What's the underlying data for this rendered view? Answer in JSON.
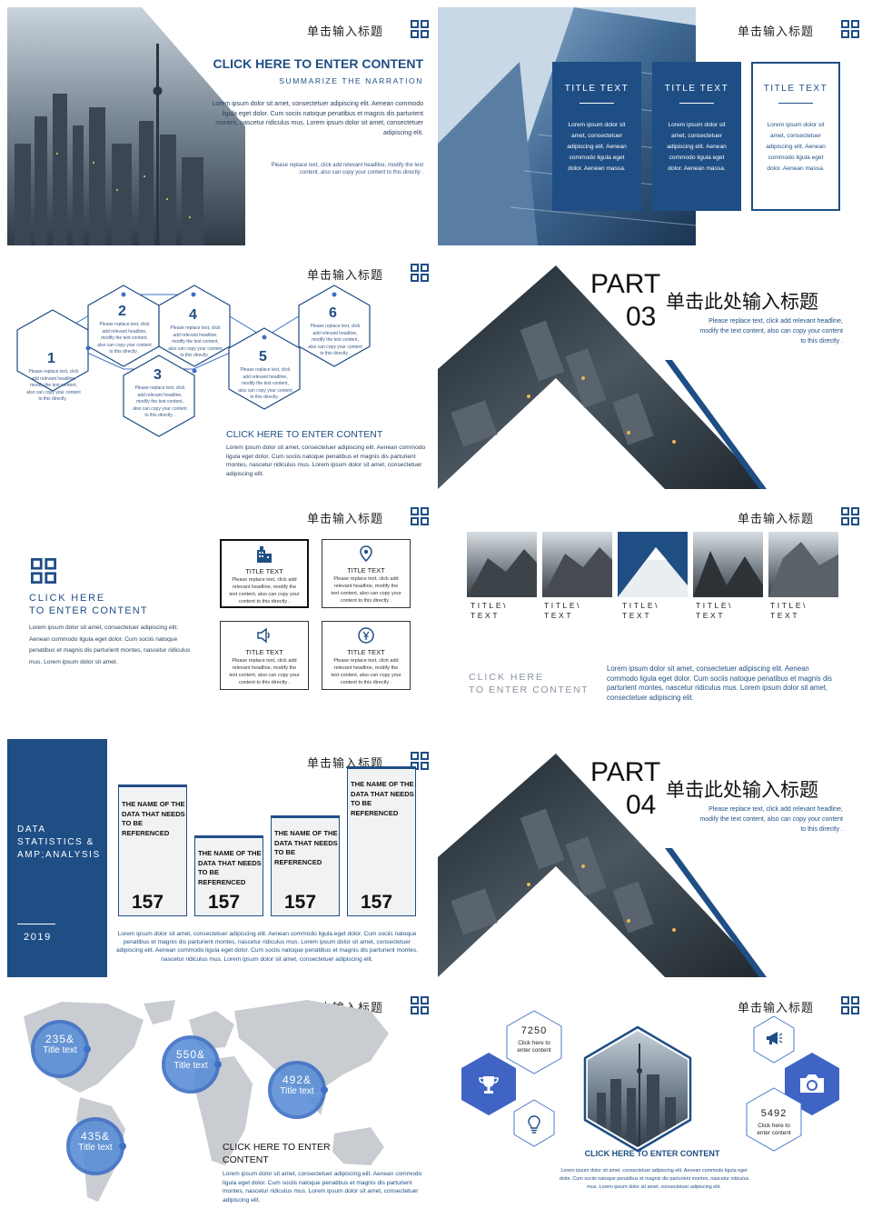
{
  "slide_title_cn": "单击输入标题",
  "part_title_cn": "单击此处输入标题",
  "s1": {
    "heading": "CLICK HERE TO ENTER CONTENT",
    "sub": "SUMMARIZE THE NARRATION",
    "body": "Lorem ipsum dolor sit amet, consectetuer adipiscing elit. Aenean commodo ligula eget dolor. Cum sociis natoque penatibus et magnis dis parturient montes, nascetur ridiculus mus. Lorem ipsum dolor sit amet, consectetuer adipiscing elit.",
    "note": "Please replace text, click add relevant headline, modify the text content, also can copy your content to this directly ."
  },
  "s2": {
    "cards": [
      {
        "title": "TITLE TEXT",
        "body": "Lorem ipsum dolor sit amet, consectetuer adipiscing elit. Aenean commodo ligula eget dolor. Aenean massa."
      },
      {
        "title": "TITLE TEXT",
        "body": "Lorem ipsum dolor sit amet, consectetuer adipiscing elit. Aenean commodo ligula eget dolor. Aenean massa."
      },
      {
        "title": "TITLE TEXT",
        "body": "Lorem ipsum dolor sit amet, consectetuer adipiscing elit. Aenean commodo ligula eget dolor. Aenean massa."
      }
    ]
  },
  "s3": {
    "hex_text": "Please replace text, click add relevant headline, modify the text content, also can copy your content to this directly .",
    "nums": [
      "1",
      "2",
      "3",
      "4",
      "5",
      "6"
    ],
    "heading": "CLICK HERE TO ENTER CONTENT",
    "body": "Lorem ipsum dolor sit amet, consectetuer adipiscing elit. Aenean commodo ligula eget dolor. Cum sociis natoque penatibus et magnis dis parturient montes, nascetur ridiculus mus. Lorem ipsum dolor sit amet, consectetuer adipiscing elit."
  },
  "part03": {
    "part": "PART",
    "num": "03",
    "desc": "Please replace text, click add relevant headline, modify the text content, also can copy your content to this directly ."
  },
  "s5": {
    "heading_1": "CLICK  HERE",
    "heading_2": "TO ENTER CONTENT",
    "body": "Lorem ipsum dolor sit amet, consectetuer adipiscing elit. Aenean commodo ligula eget dolor. Cum sociis natoque penatibus et magnis dis parturient montes, nascetur ridiculus mus. Lorem ipsum dolor sit amet.",
    "boxes": [
      {
        "title": "TITLE TEXT",
        "body": "Please replace text, click add relevant headline, modify the text content, also can copy your content to this directly ."
      },
      {
        "title": "TITLE TEXT",
        "body": "Please replace text, click add relevant headline, modify the text content, also can copy your content to this directly ."
      },
      {
        "title": "TITLE TEXT",
        "body": "Please replace text, click add relevant headline, modify the text content, also can copy your content to this directly ."
      },
      {
        "title": "TITLE TEXT",
        "body": "Please replace text, click add relevant headline, modify the text content, also can copy your content to this directly ."
      }
    ]
  },
  "s6": {
    "captions": [
      {
        "l1": "TITLE\\",
        "l2": "TEXT"
      },
      {
        "l1": "TITLE\\",
        "l2": "TEXT"
      },
      {
        "l1": "TITLE\\",
        "l2": "TEXT"
      },
      {
        "l1": "TITLE\\",
        "l2": "TEXT"
      },
      {
        "l1": "TITLE\\",
        "l2": "TEXT"
      }
    ],
    "heading_1": "CLICK  HERE",
    "heading_2": "TO ENTER CONTENT",
    "body": "Lorem ipsum dolor sit amet, consectetuer adipiscing elit. Aenean commodo ligula eget dolor. Cum sociis natoque penatibus et magnis dis parturient montes, nascetur ridiculus mus. Lorem ipsum dolor sit amet, consectetuer adipiscing elit."
  },
  "s7": {
    "side_1": "DATA",
    "side_2": "STATISTICS &",
    "side_3": "AMP;ANALYSIS",
    "year": "2019",
    "bars": [
      {
        "label": "THE NAME OF THE DATA THAT NEEDS TO BE REFERENCED",
        "value": "157"
      },
      {
        "label": "THE NAME OF THE DATA THAT NEEDS TO BE REFERENCED",
        "value": "157"
      },
      {
        "label": "THE NAME OF THE DATA THAT NEEDS TO BE REFERENCED",
        "value": "157"
      },
      {
        "label": "THE NAME OF THE DATA THAT NEEDS TO BE REFERENCED",
        "value": "157"
      }
    ],
    "body": "Lorem ipsum dolor sit amet, consectetuer adipiscing elit. Aenean commodo ligula eget dolor. Cum sociis natoque penatibus et magnis dis parturient montes, nascetur ridiculus mus. Lorem ipsum dolor sit amet, consectetuer adipiscing elit. Aenean commodo ligula eget dolor. Cum sociis natoque penatibus et magnis dis parturient montes, nascetur ridiculus mus. Lorem ipsum dolor sit amet, consectetuer adipiscing elit."
  },
  "part04": {
    "part": "PART",
    "num": "04",
    "desc": "Please replace text, click add relevant headline, modify the text content, also can copy your content to this directly ."
  },
  "s9": {
    "circles": [
      {
        "value": "235&",
        "label": "Title text"
      },
      {
        "value": "550&",
        "label": "Title text"
      },
      {
        "value": "492&",
        "label": "Title text"
      },
      {
        "value": "435&",
        "label": "Title text"
      }
    ],
    "heading_1": "CLICK HERE TO ENTER",
    "heading_2": "CONTENT",
    "body": "Lorem ipsum dolor sit amet, consectetuer adipiscing elit. Aenean commodo ligula eget dolor. Cum sociis natoque penatibus et magnis dis parturient montes, nascetur ridiculus mus. Lorem ipsum dolor sit amet, consectetuer adipiscing elit."
  },
  "s10": {
    "stat1_value": "7250",
    "stat1_text": "Click here to enter content",
    "stat2_value": "5492",
    "stat2_text": "Click here to enter content",
    "heading": "CLICK HERE TO ENTER CONTENT",
    "body": "Lorem ipsum dolor sit amet, consectetuer adipiscing elit. Aenean commodo ligula eget dolor. Cum sociis natoque penatibus et magnis dis parturient montes, nascetur ridiculus mus. Lorem ipsum dolor sit amet, consectetuer adipiscing elit."
  },
  "colors": {
    "primary": "#1f4e85",
    "accent": "#3f6fc6",
    "map": "#c9ccd1"
  }
}
